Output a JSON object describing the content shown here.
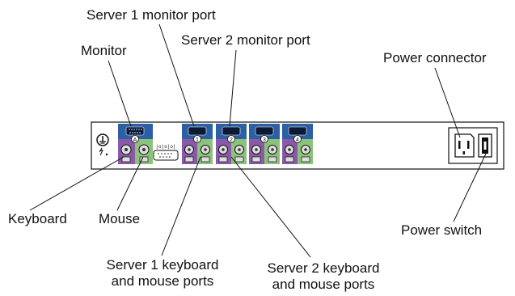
{
  "labels": {
    "server1_monitor": "Server 1 monitor port",
    "server2_monitor": "Server 2 monitor port",
    "monitor": "Monitor",
    "power_connector": "Power connector",
    "keyboard": "Keyboard",
    "mouse": "Mouse",
    "power_switch": "Power switch",
    "server1_kbd_line1": "Server 1 keyboard",
    "server1_kbd_line2": "and mouse ports",
    "server2_kbd_line1": "Server 2 keyboard",
    "server2_kbd_line2": "and mouse ports"
  },
  "panel": {
    "local_port_letter": "A",
    "server_port_numbers": [
      "1",
      "2",
      "3",
      "4"
    ],
    "serial_label": "|o|o|o|"
  },
  "colors": {
    "monitor_port_bg": "#2b5fa6",
    "keyboard_port_bg": "#8a5aa8",
    "mouse_port_bg": "#8cc37a",
    "panel_fill": "#ffffff",
    "line": "#111111"
  }
}
